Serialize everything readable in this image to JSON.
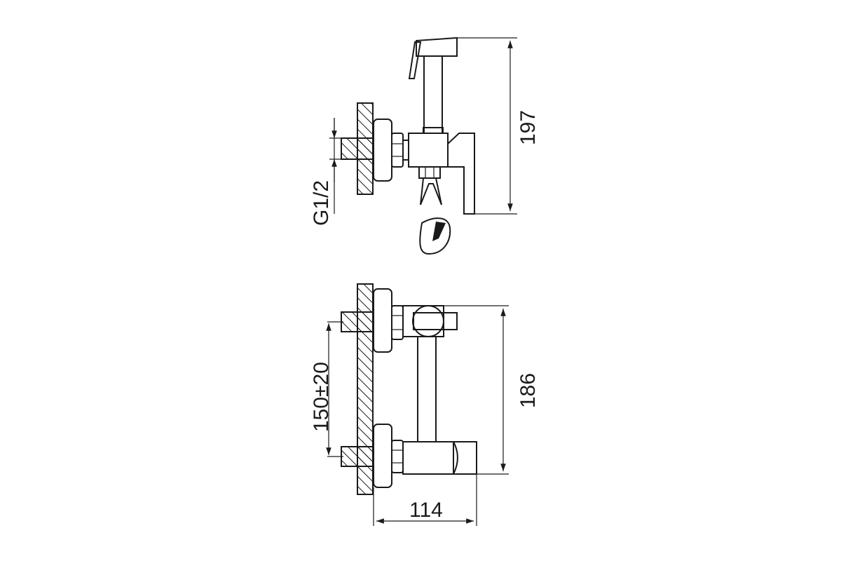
{
  "dimensions": {
    "height_side": "197",
    "thread": "G1/2",
    "height_front": "186",
    "spacing": "150±20",
    "depth": "114"
  },
  "colors": {
    "line": "#1a1a1a",
    "background": "#ffffff"
  }
}
